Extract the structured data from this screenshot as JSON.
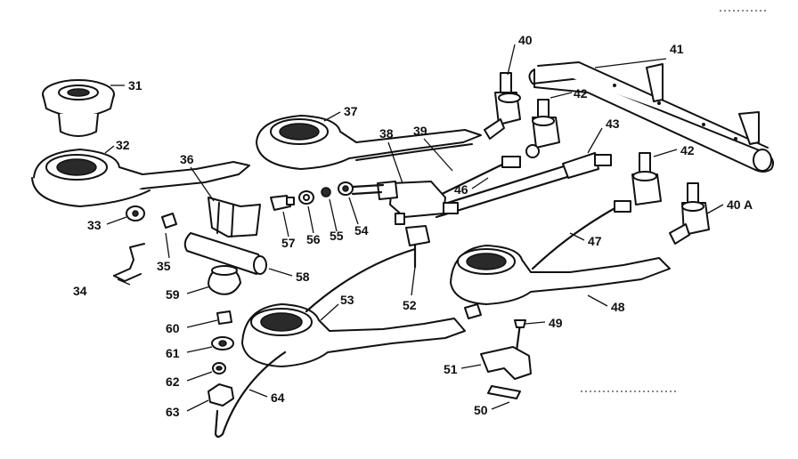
{
  "diagram": {
    "labels": {
      "l31": "31",
      "l32": "32",
      "l33": "33",
      "l34": "34",
      "l35": "35",
      "l36": "36",
      "l37": "37",
      "l38": "38",
      "l39": "39",
      "l40": "40",
      "l40a": "40 A",
      "l41": "41",
      "l42a": "42",
      "l42b": "42",
      "l43": "43",
      "l46": "46",
      "l47": "47",
      "l48": "48",
      "l49": "49",
      "l50": "50",
      "l51": "51",
      "l52": "52",
      "l53": "53",
      "l54": "54",
      "l55": "55",
      "l56": "56",
      "l57": "57",
      "l58": "58",
      "l59": "59",
      "l60": "60",
      "l61": "61",
      "l62": "62",
      "l63": "63",
      "l64": "64"
    }
  }
}
